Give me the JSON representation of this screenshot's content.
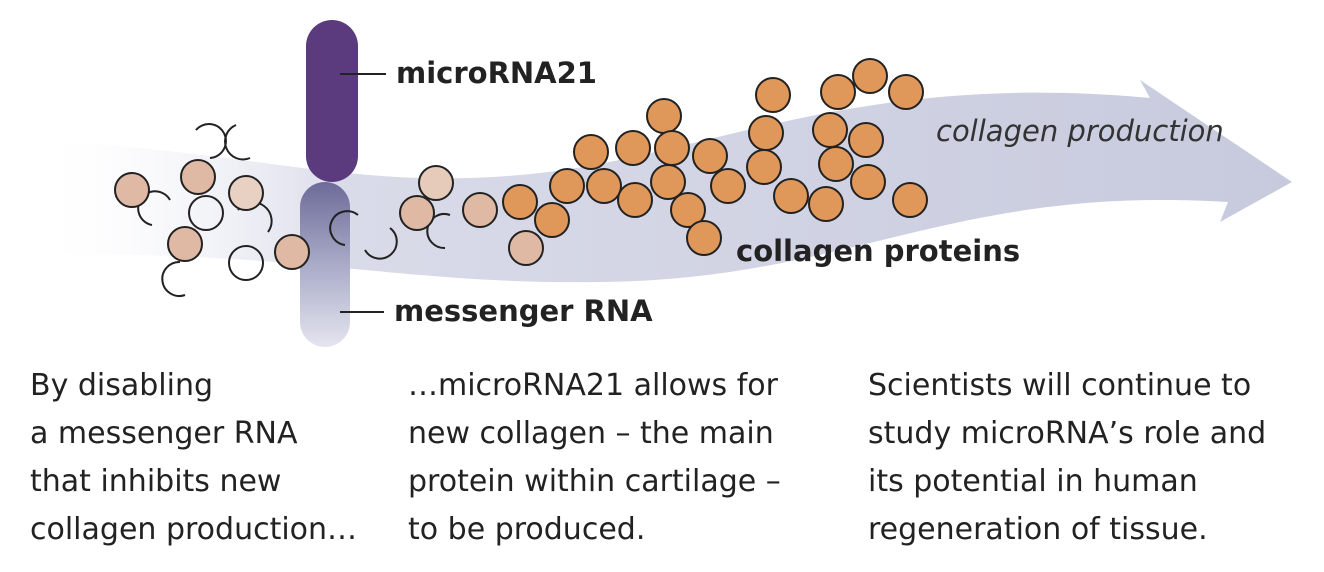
{
  "labels": {
    "microrna": "microRNA21",
    "messenger": "messenger RNA",
    "proteins": "collagen proteins",
    "production": "collagen production"
  },
  "captions": {
    "left": "By disabling\na messenger RNA\nthat inhibits new\ncollagen production…",
    "middle": "…microRNA21 allows for\nnew collagen – the main\nprotein within cartilage –\nto be produced.",
    "right": "Scientists will continue to\nstudy microRNA’s role and\nits potential in human\nregeneration of tissue."
  },
  "colors": {
    "microrna": "#5b3a7d",
    "protein": "#e0975a",
    "protein_faded": "#dfb9a4",
    "arrow": "#d4d6e6"
  }
}
